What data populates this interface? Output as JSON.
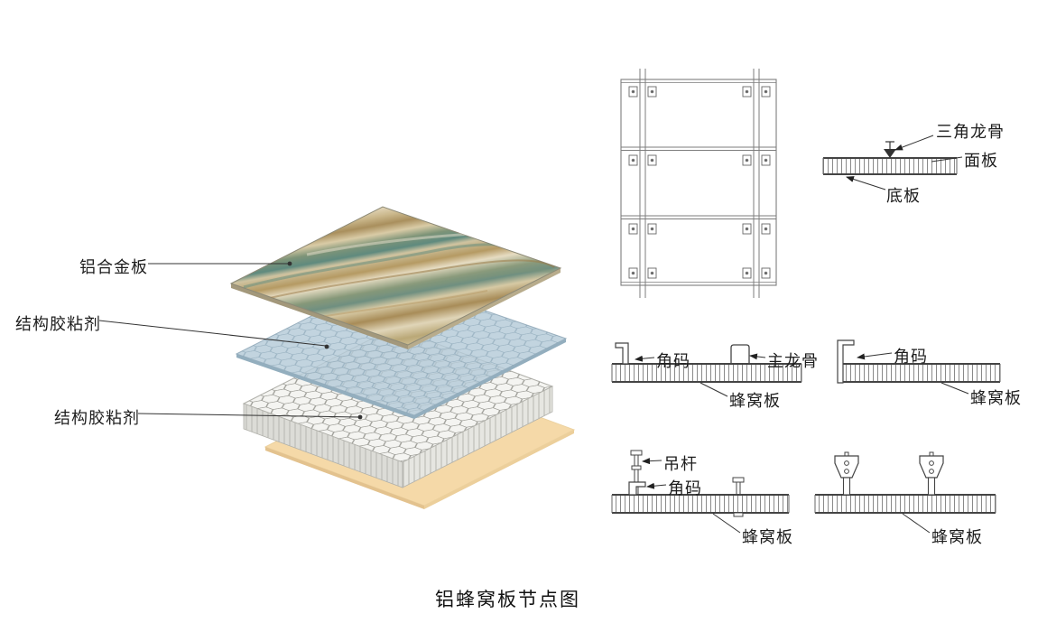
{
  "title": "铝蜂窝板节点图",
  "exploded_view": {
    "labels": {
      "aluminum_panel": "铝合金板",
      "adhesive_top": "结构胶粘剂",
      "adhesive_bottom": "结构胶粘剂"
    }
  },
  "details": {
    "ceiling_section": {
      "triangle_keel": "三角龙骨",
      "face_panel": "面板",
      "bottom_panel": "底板"
    },
    "edge_section_left": {
      "angle_code": "角码",
      "main_keel": "主龙骨",
      "honeycomb_panel": "蜂窝板"
    },
    "edge_section_right": {
      "angle_code": "角码",
      "honeycomb_panel": "蜂窝板"
    },
    "hanger_section_left": {
      "hanger_rod": "吊杆",
      "angle_code": "角码",
      "honeycomb_panel": "蜂窝板"
    },
    "hanger_section_right": {
      "honeycomb_panel": "蜂窝板"
    }
  },
  "colors": {
    "adhesive_blue": "#b5cbd8",
    "adhesive_blue_edge": "#93aebe",
    "base_tan": "#f5d9a8",
    "line": "#555555",
    "text": "#1d1d1d"
  }
}
